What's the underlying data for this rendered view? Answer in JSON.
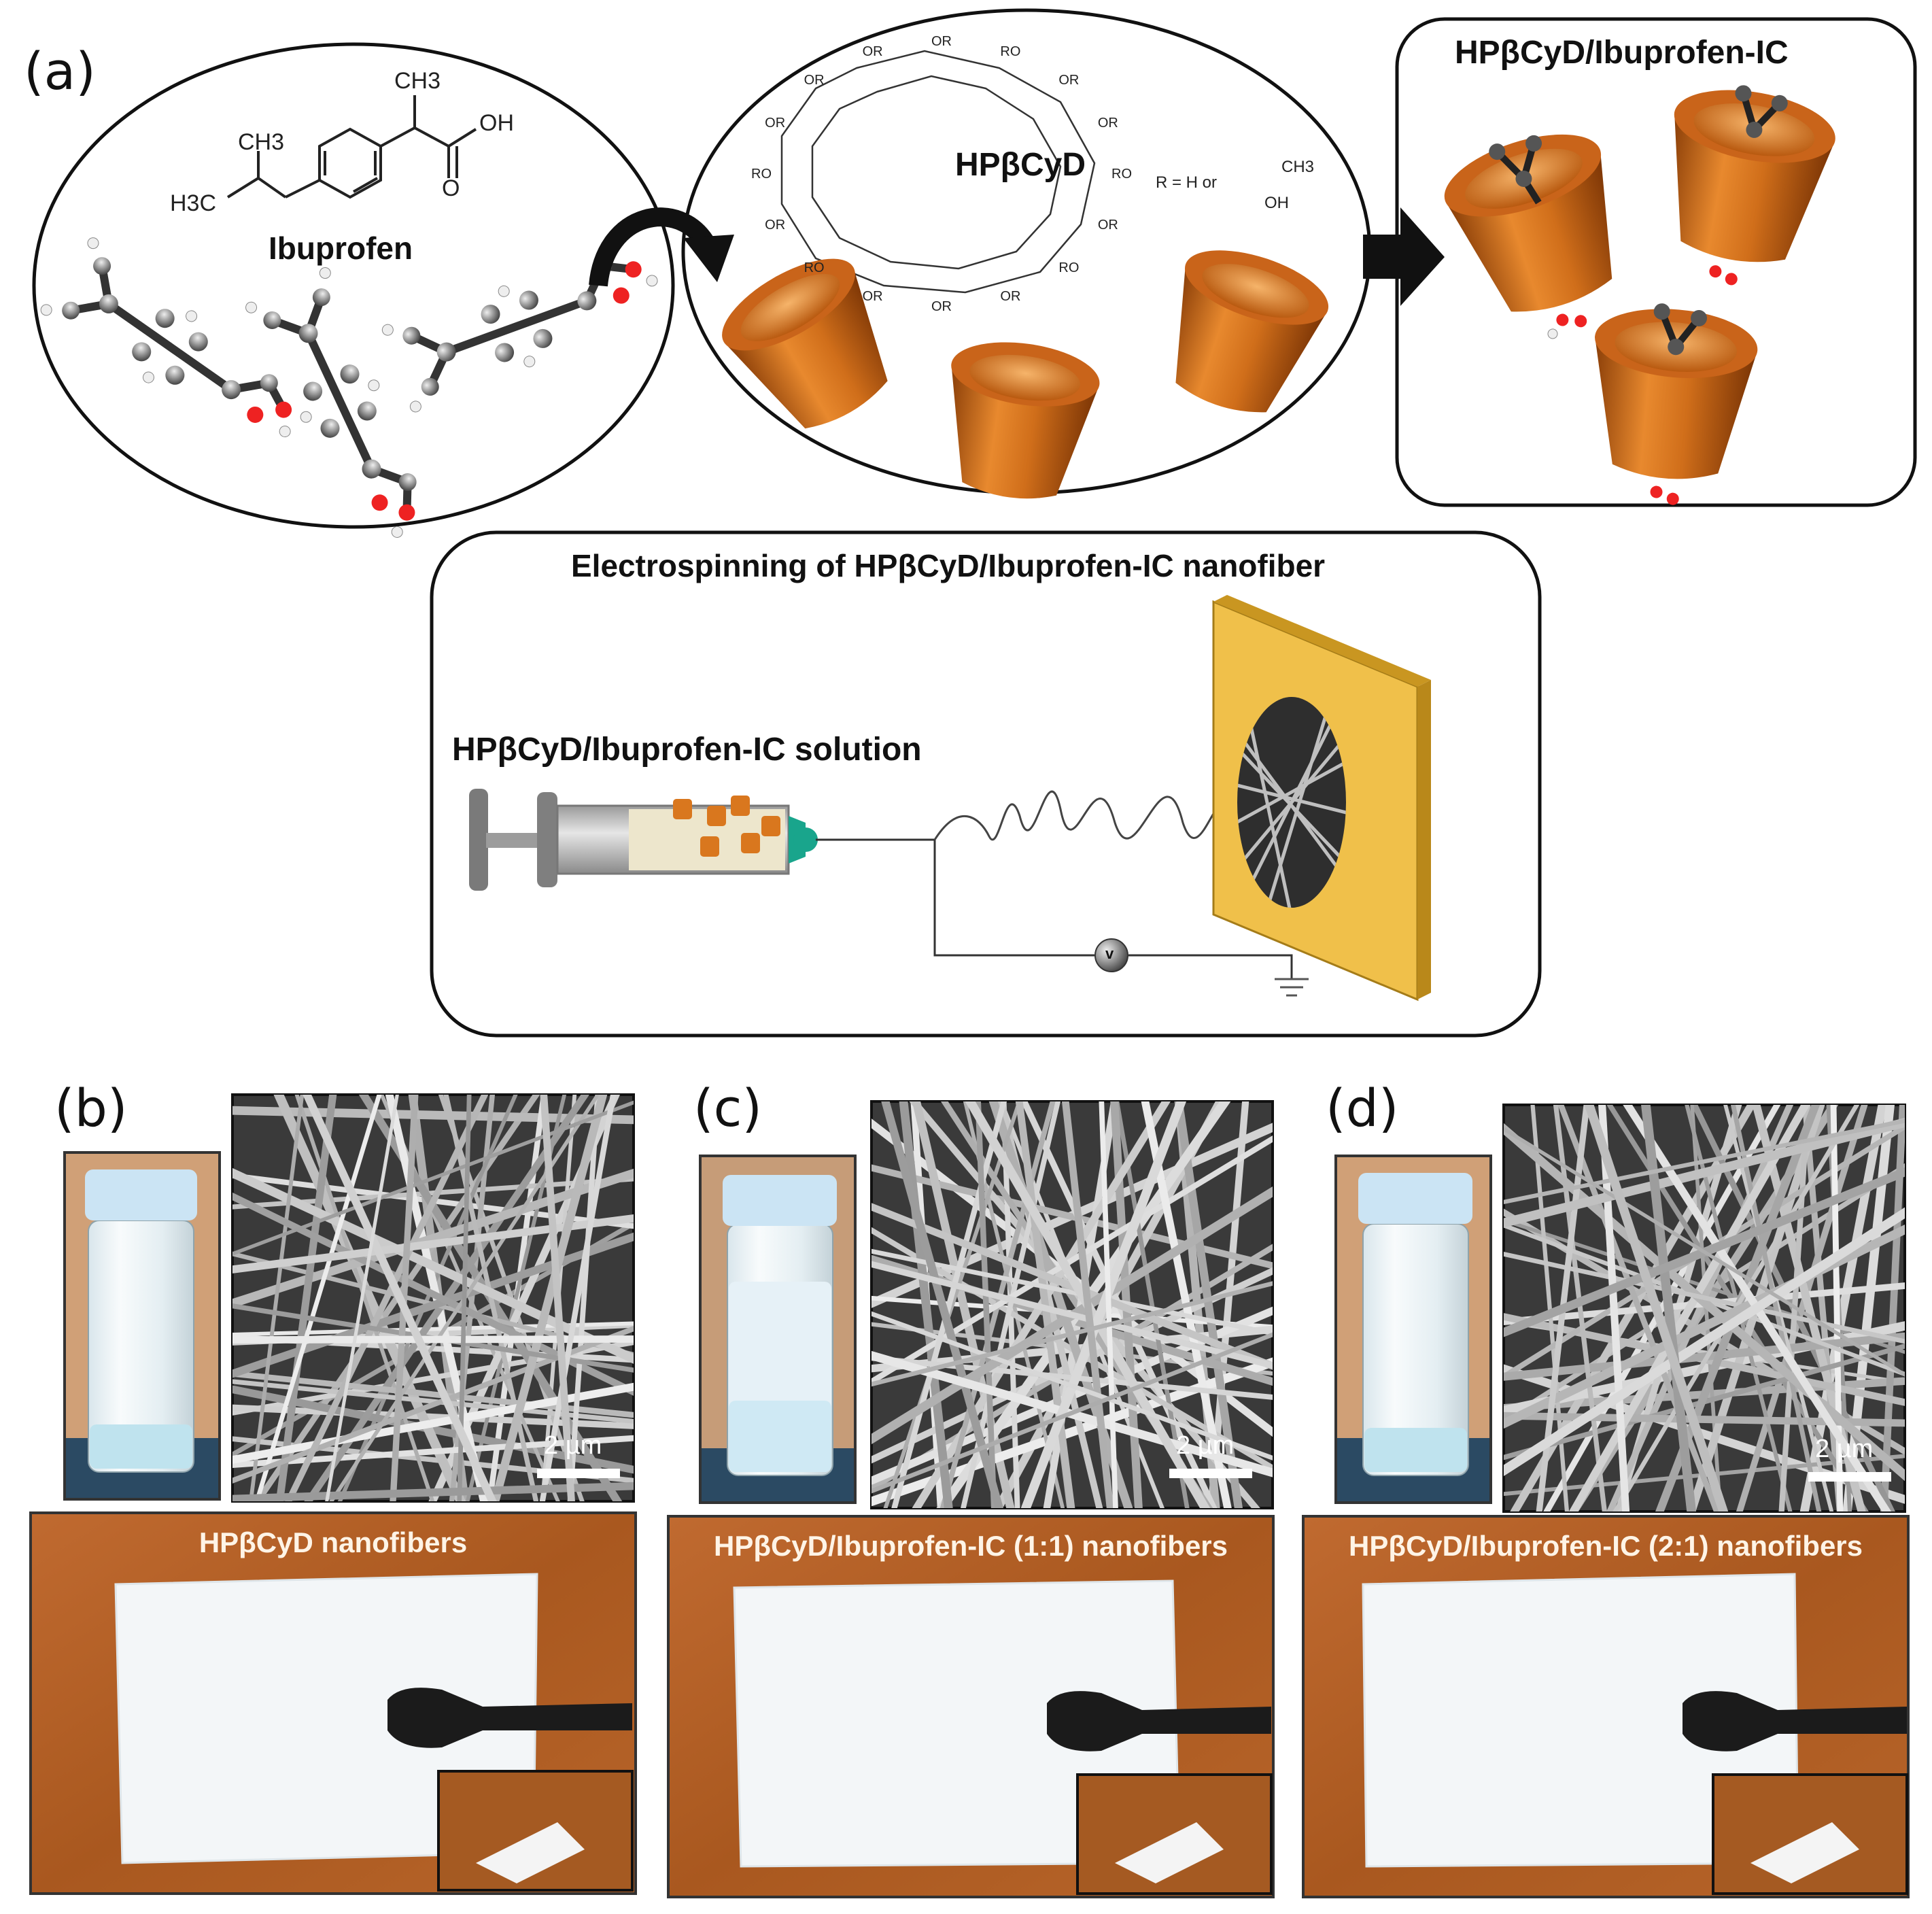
{
  "panel_labels": {
    "a": "(a)",
    "b": "(b)",
    "c": "(c)",
    "d": "(d)"
  },
  "panel_a": {
    "ibuprofen_label": "Ibuprofen",
    "ibuprofen_struct": {
      "ch3_top": "CH3",
      "oh": "OH",
      "o": "O",
      "ch3_left": "CH3",
      "h3c": "H3C"
    },
    "hpbcyd_label": "HPβCyD",
    "r_definition": "R = H or",
    "r_ch3": "CH3",
    "r_oh": "OH",
    "ring_substituents": [
      "OR",
      "RO",
      "OR",
      "OR",
      "RO",
      "OR",
      "RO",
      "OR",
      "OR",
      "OR",
      "RO",
      "OR",
      "RO",
      "OR",
      "OR",
      "OR"
    ],
    "complex_title": "HPβCyD/Ibuprofen-IC"
  },
  "electrospinning": {
    "title": "Electrospinning of HPβCyD/Ibuprofen-IC nanofiber",
    "solution_label": "HPβCyD/Ibuprofen-IC solution",
    "voltmeter_symbol": "v"
  },
  "panels": [
    {
      "id": "b",
      "scale_bar": "2 µm",
      "photo_label": "HPβCyD nanofibers"
    },
    {
      "id": "c",
      "scale_bar": "2 µm",
      "photo_label": "HPβCyD/Ibuprofen-IC (1:1) nanofibers"
    },
    {
      "id": "d",
      "scale_bar": "2 µm",
      "photo_label": "HPβCyD/Ibuprofen-IC (2:1) nanofibers"
    }
  ],
  "colors": {
    "cyd_orange": "#d9771e",
    "collector_gold": "#f0c04a",
    "wood": "#b2612a",
    "sem_background": "#3a3a3a"
  }
}
